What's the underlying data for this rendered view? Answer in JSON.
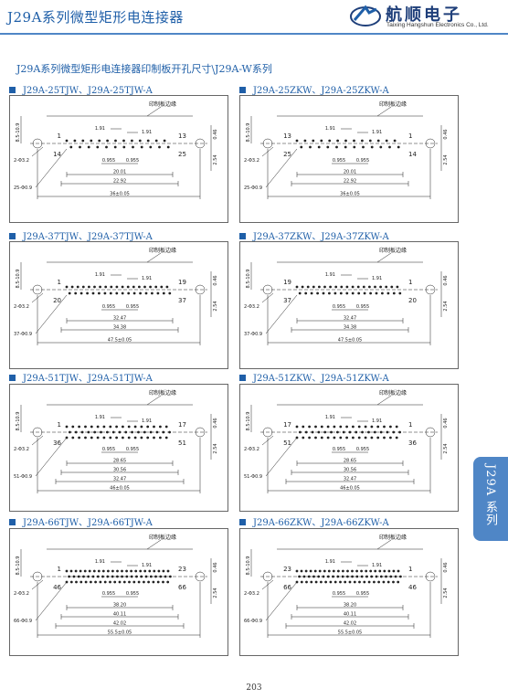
{
  "header": {
    "title": "J29A系列微型矩形电连接器",
    "brand_cn": "航顺电子",
    "brand_en": "Taixing Hangshun Electronics Co., Ltd."
  },
  "section_title": "J29A系列微型矩形电连接器印制板开孔尺寸\\J29A-W系列",
  "side_tab": "J29A 系列",
  "page_number": "203",
  "board_edge_label": "印制板边缘",
  "colors": {
    "accent": "#1f5fa8",
    "rule": "#4f86c6"
  },
  "panels": [
    {
      "subtitle": "J29A-25TJW、J29A-25TJW-A",
      "left_pin_top": "1",
      "right_pin_top": "13",
      "left_pin_bottom": "14",
      "right_pin_bottom": "25",
      "dim_width": "8.5-10.9",
      "dim_right_a": "0.46",
      "dim_right_b": "2.54",
      "hole_label": "2-Φ3.2",
      "pin_hole_label": "25-Φ0.9",
      "pitch_a": "1.91",
      "pitch_b": "1.91",
      "pitch_c": "0.955",
      "pitch_d": "0.955",
      "span_1": "20.01",
      "span_2": "22.92",
      "span_total": "36±0.05"
    },
    {
      "subtitle": "J29A-25ZKW、J29A-25ZKW-A",
      "left_pin_top": "13",
      "right_pin_top": "1",
      "left_pin_bottom": "25",
      "right_pin_bottom": "14",
      "dim_width": "8.5-10.9",
      "dim_right_a": "0.46",
      "dim_right_b": "2.54",
      "hole_label": "2-Φ3.2",
      "pin_hole_label": "25-Φ0.9",
      "pitch_a": "1.91",
      "pitch_b": "1.91",
      "pitch_c": "0.955",
      "pitch_d": "0.955",
      "span_1": "20.01",
      "span_2": "22.92",
      "span_total": "36±0.05"
    },
    {
      "subtitle": "J29A-37TJW、J29A-37TJW-A",
      "left_pin_top": "1",
      "right_pin_top": "19",
      "left_pin_bottom": "20",
      "right_pin_bottom": "37",
      "dim_width": "8.5-10.9",
      "dim_right_a": "0.46",
      "dim_right_b": "2.54",
      "hole_label": "2-Φ3.2",
      "pin_hole_label": "37-Φ0.9",
      "pitch_a": "1.91",
      "pitch_b": "1.91",
      "pitch_c": "0.955",
      "pitch_d": "0.955",
      "span_1": "32.47",
      "span_2": "34.38",
      "span_total": "47.5±0.05"
    },
    {
      "subtitle": "J29A-37ZKW、J29A-37ZKW-A",
      "left_pin_top": "19",
      "right_pin_top": "1",
      "left_pin_bottom": "37",
      "right_pin_bottom": "20",
      "dim_width": "8.5-10.9",
      "dim_right_a": "0.46",
      "dim_right_b": "2.54",
      "hole_label": "2-Φ3.2",
      "pin_hole_label": "37-Φ0.9",
      "pitch_a": "1.91",
      "pitch_b": "1.91",
      "pitch_c": "0.955",
      "pitch_d": "0.955",
      "span_1": "32.47",
      "span_2": "34.38",
      "span_total": "47.5±0.05"
    },
    {
      "subtitle": "J29A-51TJW、J29A-51TJW-A",
      "left_pin_top": "1",
      "right_pin_top": "17",
      "left_pin_bottom": "36",
      "right_pin_bottom": "51",
      "dim_width": "8.5-10.9",
      "dim_right_a": "0.46",
      "dim_right_b": "2.54",
      "hole_label": "2-Φ3.2",
      "pin_hole_label": "51-Φ0.9",
      "pitch_a": "1.91",
      "pitch_b": "1.91",
      "pitch_c": "0.955",
      "pitch_d": "0.955",
      "span_1": "28.65",
      "span_2": "30.56",
      "span_3": "32.47",
      "span_total": "46±0.05"
    },
    {
      "subtitle": "J29A-51ZKW、J29A-51ZKW-A",
      "left_pin_top": "17",
      "right_pin_top": "1",
      "left_pin_bottom": "51",
      "right_pin_bottom": "36",
      "dim_width": "8.5-10.9",
      "dim_right_a": "0.46",
      "dim_right_b": "2.54",
      "hole_label": "2-Φ3.2",
      "pin_hole_label": "51-Φ0.9",
      "pitch_a": "1.91",
      "pitch_b": "1.91",
      "pitch_c": "0.955",
      "pitch_d": "0.955",
      "span_1": "28.65",
      "span_2": "30.56",
      "span_3": "32.47",
      "span_total": "46±0.05"
    },
    {
      "subtitle": "J29A-66TJW、J29A-66TJW-A",
      "left_pin_top": "1",
      "right_pin_top": "23",
      "left_pin_bottom": "46",
      "right_pin_bottom": "66",
      "dim_width": "8.5-10.9",
      "dim_right_a": "0.46",
      "dim_right_b": "2.54",
      "hole_label": "2-Φ3.2",
      "pin_hole_label": "66-Φ0.9",
      "pitch_a": "1.91",
      "pitch_b": "1.91",
      "pitch_c": "0.955",
      "pitch_d": "0.955",
      "span_1": "38.20",
      "span_2": "40.11",
      "span_3": "42.02",
      "span_total": "55.5±0.05"
    },
    {
      "subtitle": "J29A-66ZKW、J29A-66ZKW-A",
      "left_pin_top": "23",
      "right_pin_top": "1",
      "left_pin_bottom": "66",
      "right_pin_bottom": "46",
      "dim_width": "8.5-10.9",
      "dim_right_a": "0.46",
      "dim_right_b": "2.54",
      "hole_label": "2-Φ3.2",
      "pin_hole_label": "66-Φ0.9",
      "pitch_a": "1.91",
      "pitch_b": "1.91",
      "pitch_c": "0.955",
      "pitch_d": "0.955",
      "span_1": "38.20",
      "span_2": "40.11",
      "span_3": "42.02",
      "span_total": "55.5±0.05"
    }
  ]
}
